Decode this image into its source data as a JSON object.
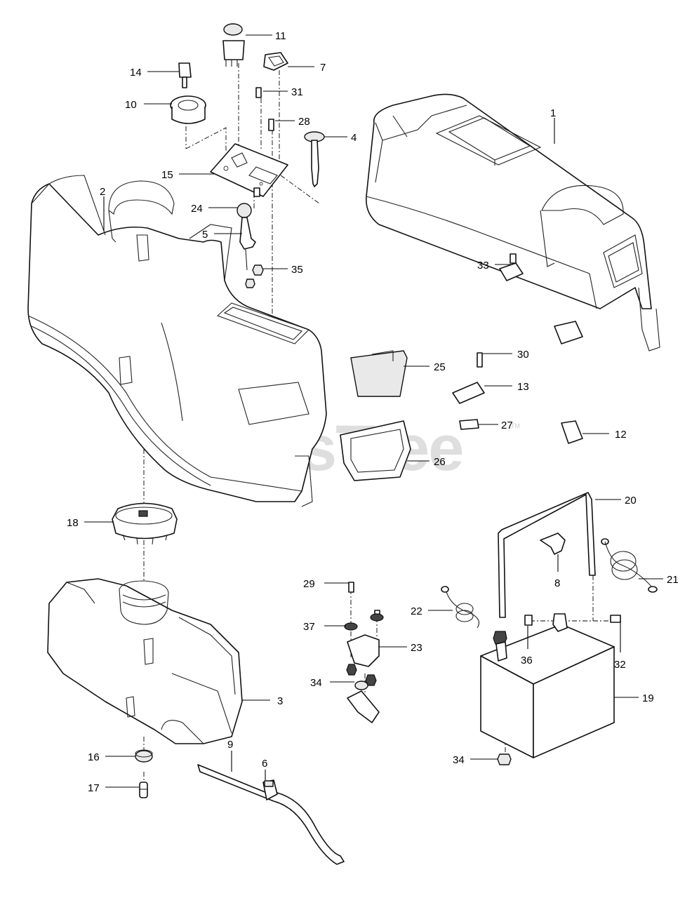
{
  "watermark": {
    "text": "PartsTree",
    "mark": "TM"
  },
  "callouts": {
    "c1": "1",
    "c2": "2",
    "c3": "3",
    "c4": "4",
    "c5": "5",
    "c6": "6",
    "c7": "7",
    "c8": "8",
    "c9": "9",
    "c10": "10",
    "c11": "11",
    "c12": "12",
    "c13": "13",
    "c14": "14",
    "c15": "15",
    "c16": "16",
    "c17": "17",
    "c18": "18",
    "c19": "19",
    "c20": "20",
    "c21": "21",
    "c22": "22",
    "c23": "23",
    "c24": "24",
    "c25": "25",
    "c26": "26",
    "c27": "27",
    "c28": "28",
    "c29": "29",
    "c30": "30",
    "c31": "31",
    "c32": "32",
    "c33": "33",
    "c34a": "34",
    "c34b": "34",
    "c35": "35",
    "c36": "36",
    "c37": "37"
  }
}
